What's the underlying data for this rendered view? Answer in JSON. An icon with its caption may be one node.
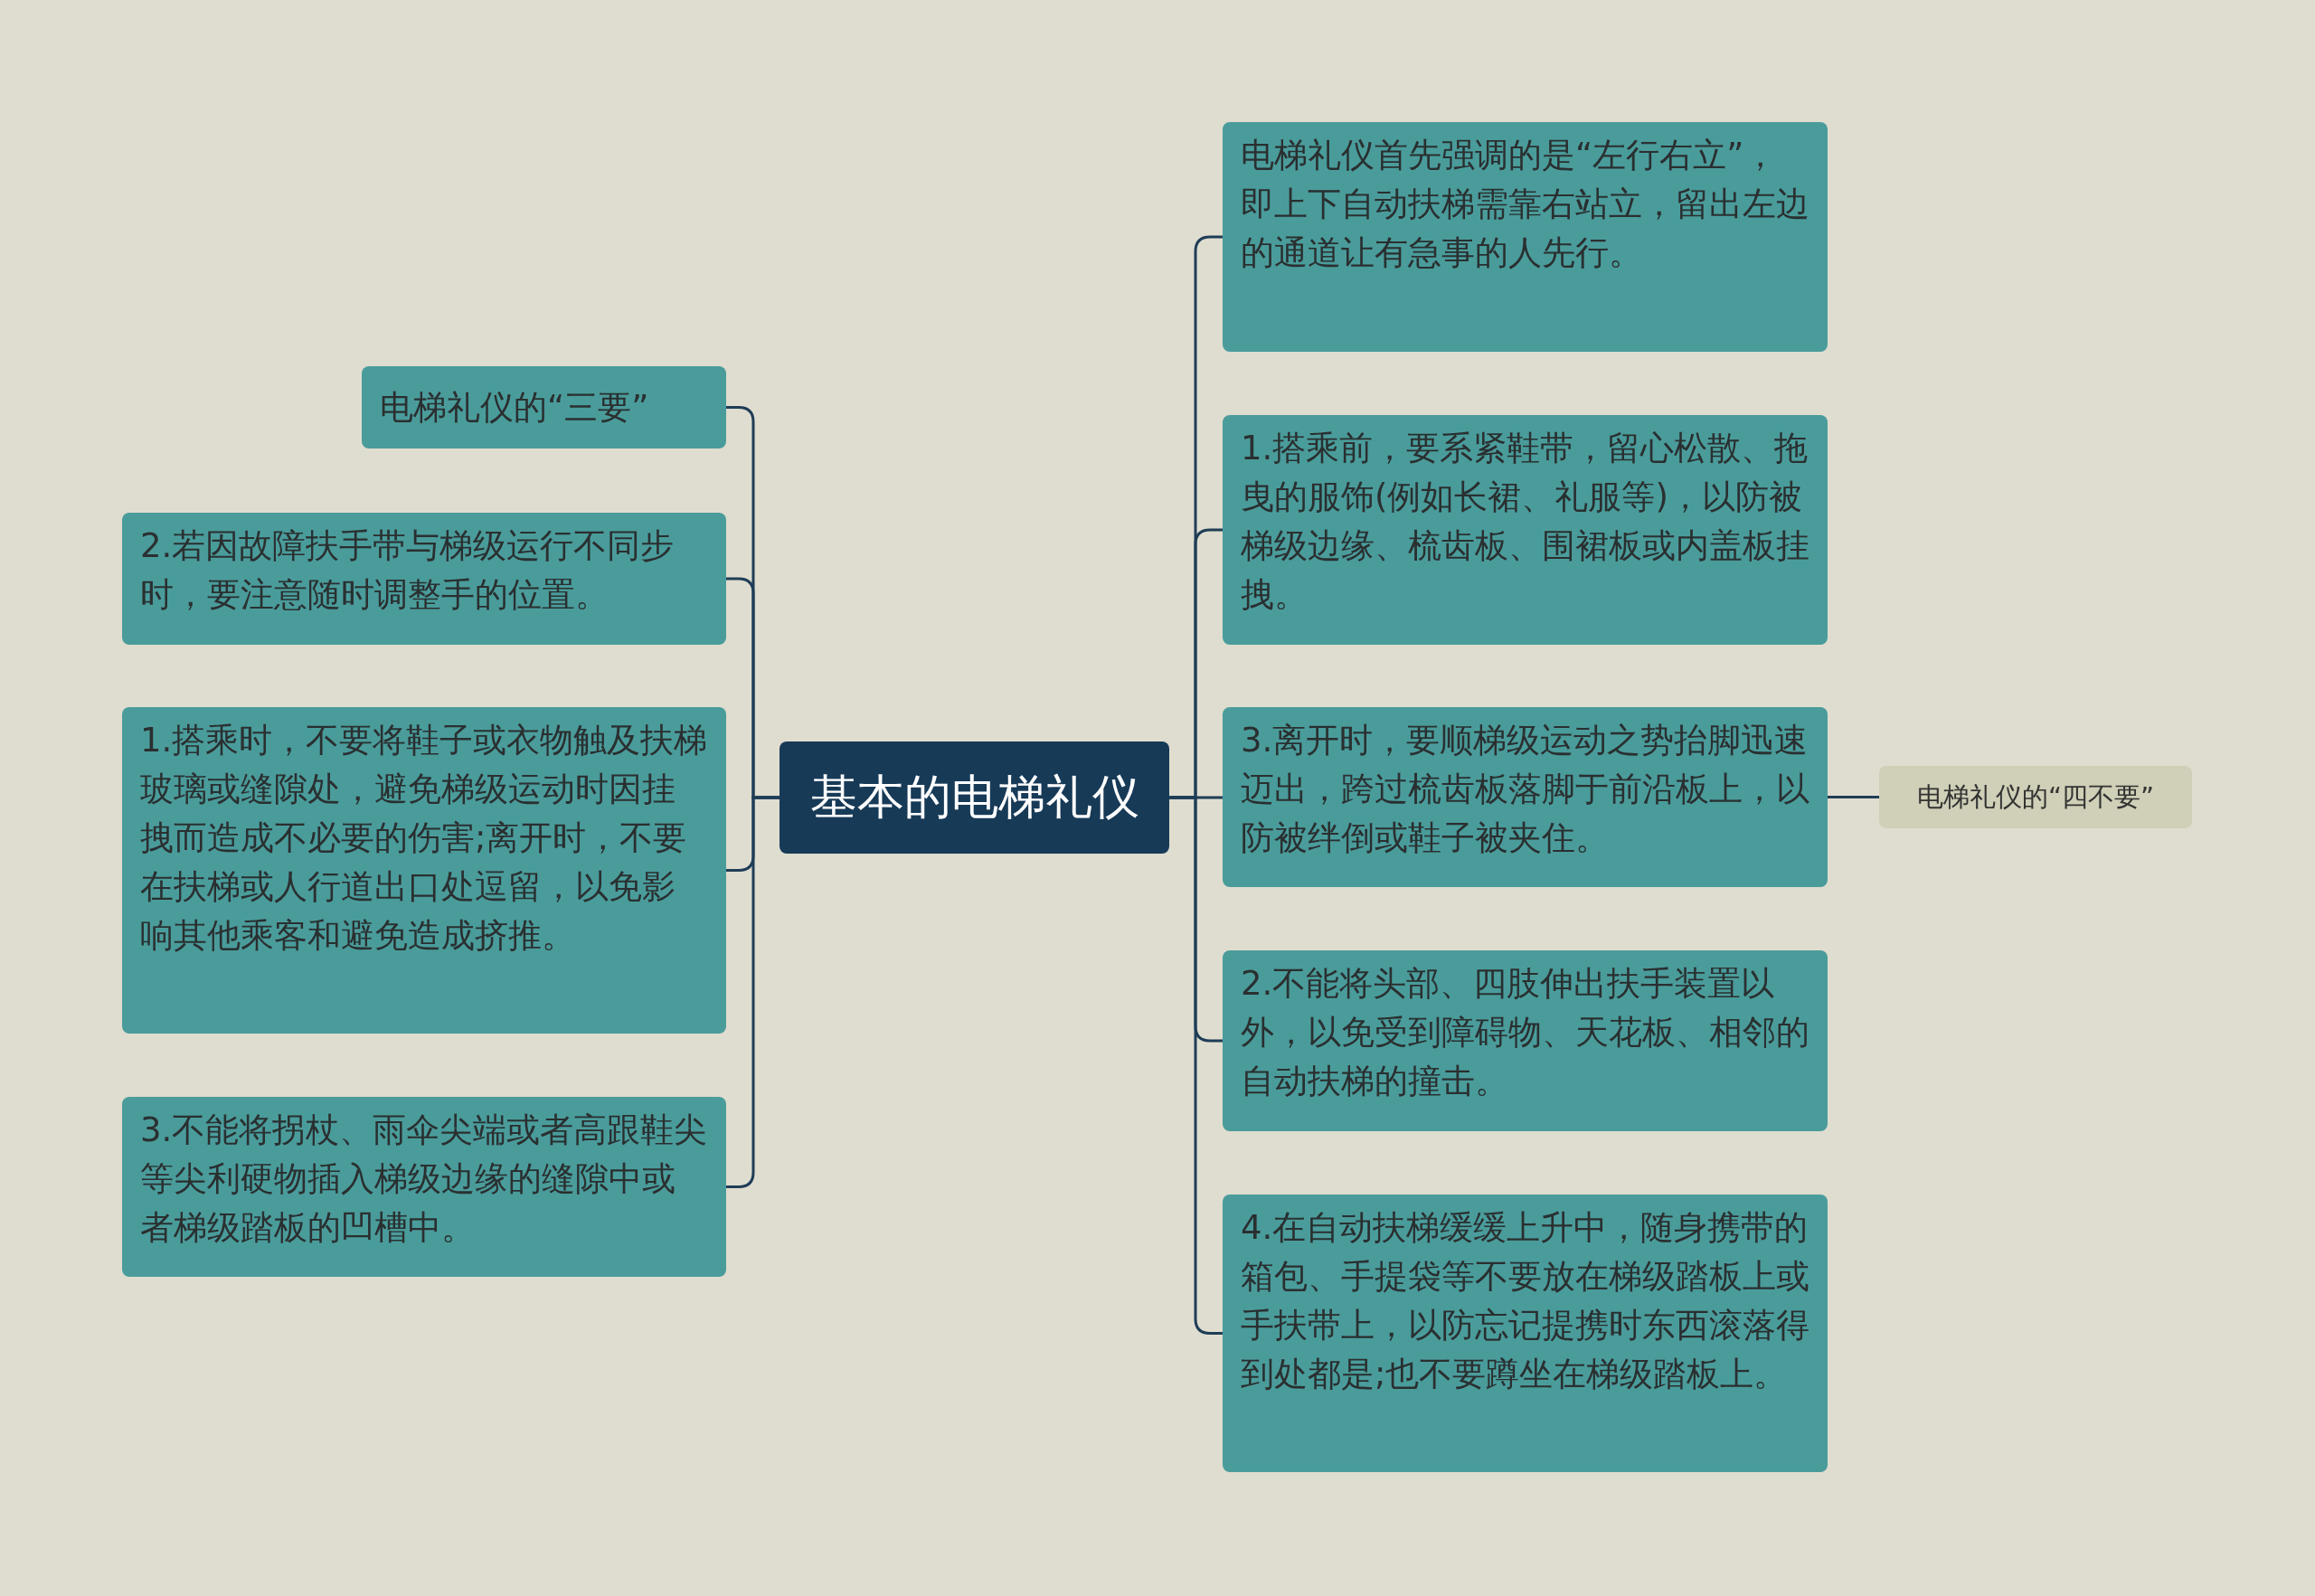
{
  "diagram": {
    "nodes": [
      {
        "text": [
          "基本的电梯礼仪"
        ]
      },
      {
        "text": [
          "电梯礼仪的“三要”"
        ]
      },
      {
        "text": [
          "2.若因故障扶手带与梯级运行不同步时，要注意随时调整手的位置。"
        ]
      },
      {
        "text": [
          "1.搭乘时，不要将鞋子或衣物触及扶梯玻璃或缝隙处，避免梯级运动时因挂拽而造成不必要的伤害;离开时，不要在扶梯或人行道出口处逗留，以免影响其他乘客和避免造成挤推。"
        ]
      },
      {
        "text": [
          "3.不能将拐杖、雨伞尖端或者高跟鞋尖等尖利硬物插入梯级边缘的缝隙中或者梯级踏板的凹槽中。"
        ]
      },
      {
        "text": [
          "电梯礼仪首先强调的是“左行右立”，即上下自动扶梯需靠右站立，留出左边的通道让有急事的人先行。"
        ]
      },
      {
        "text": [
          "1.搭乘前，要系紧鞋带，留心松散、拖曳的服饰(例如长裙、礼服等)，以防被梯级边缘、梳齿板、围裙板或内盖板挂拽。"
        ]
      },
      {
        "text": [
          "3.离开时，要顺梯级运动之势抬脚迅速迈出，跨过梳齿板落脚于前沿板上，以防被绊倒或鞋子被夹住。"
        ]
      },
      {
        "text": [
          "2.不能将头部、四肢伸出扶手装置以外，以免受到障碍物、天花板、相邻的自动扶梯的撞击。"
        ]
      },
      {
        "text": [
          "4.在自动扶梯缓缓上升中，随身携带的箱包、手提袋等不要放在梯级踏板上或手扶带上，以防忘记提携时东西滚落得到处都是;也不要蹲坐在梯级踏板上。"
        ]
      },
      {
        "text": [
          "电梯礼仪的“四不要”"
        ]
      }
    ],
    "edges": [
      {
        "from": 0,
        "to": 1,
        "arrow": "none"
      },
      {
        "from": 0,
        "to": 2,
        "arrow": "none"
      },
      {
        "from": 0,
        "to": 3,
        "arrow": "none"
      },
      {
        "from": 0,
        "to": 4,
        "arrow": "none"
      },
      {
        "from": 0,
        "to": 5,
        "arrow": "none"
      },
      {
        "from": 0,
        "to": 6,
        "arrow": "none"
      },
      {
        "from": 0,
        "to": 7,
        "arrow": "none"
      },
      {
        "from": 0,
        "to": 8,
        "arrow": "none"
      },
      {
        "from": 0,
        "to": 9,
        "arrow": "none"
      },
      {
        "from": 7,
        "to": 10,
        "arrow": "none"
      }
    ]
  }
}
